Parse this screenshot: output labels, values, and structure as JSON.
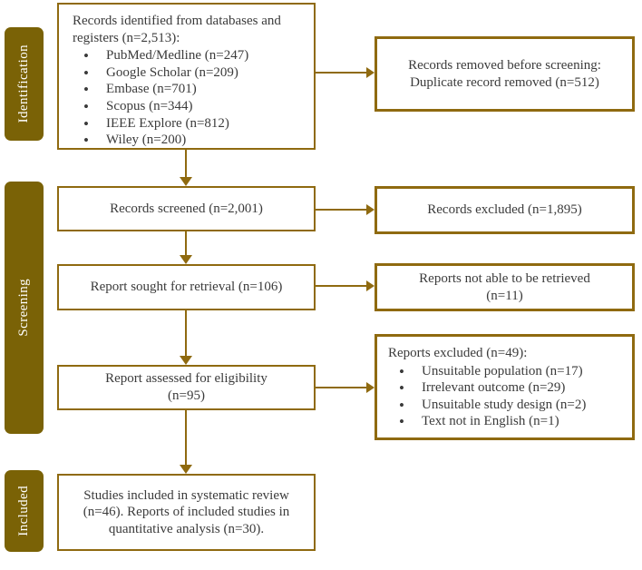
{
  "colors": {
    "accent_gold": "#8f6a10",
    "stage_fill": "#7a6206",
    "text": "#3b3b3b",
    "box_background": "#ffffff"
  },
  "stages": [
    {
      "label": "Identification"
    },
    {
      "label": "Screening"
    },
    {
      "label": "Included"
    }
  ],
  "boxes": {
    "identified": {
      "intro": "Records identified from databases and registers (n=2,513):",
      "bullets": [
        "PubMed/Medline (n=247)",
        "Google Scholar (n=209)",
        "Embase (n=701)",
        "Scopus (n=344)",
        "IEEE Explore (n=812)",
        "Wiley (n=200)"
      ]
    },
    "removed": {
      "line1": "Records removed before screening:",
      "line2": "Duplicate record removed (n=512)"
    },
    "screened": {
      "label": "Records screened (n=2,001)"
    },
    "records_excluded": {
      "label": "Records excluded (n=1,895)"
    },
    "sought": {
      "label": "Report sought for retrieval (n=106)"
    },
    "not_retrieved": {
      "line1": "Reports not able to be retrieved",
      "line2": "(n=11)"
    },
    "assessed": {
      "line1": "Report assessed for eligibility",
      "line2": "(n=95)"
    },
    "reports_excluded": {
      "intro": "Reports excluded (n=49):",
      "bullets": [
        "Unsuitable population (n=17)",
        "Irrelevant outcome (n=29)",
        "Unsuitable study design (n=2)",
        "Text not in English (n=1)"
      ]
    },
    "included": {
      "text": "Studies included in systematic review (n=46). Reports of included studies in quantitative analysis (n=30)."
    }
  }
}
